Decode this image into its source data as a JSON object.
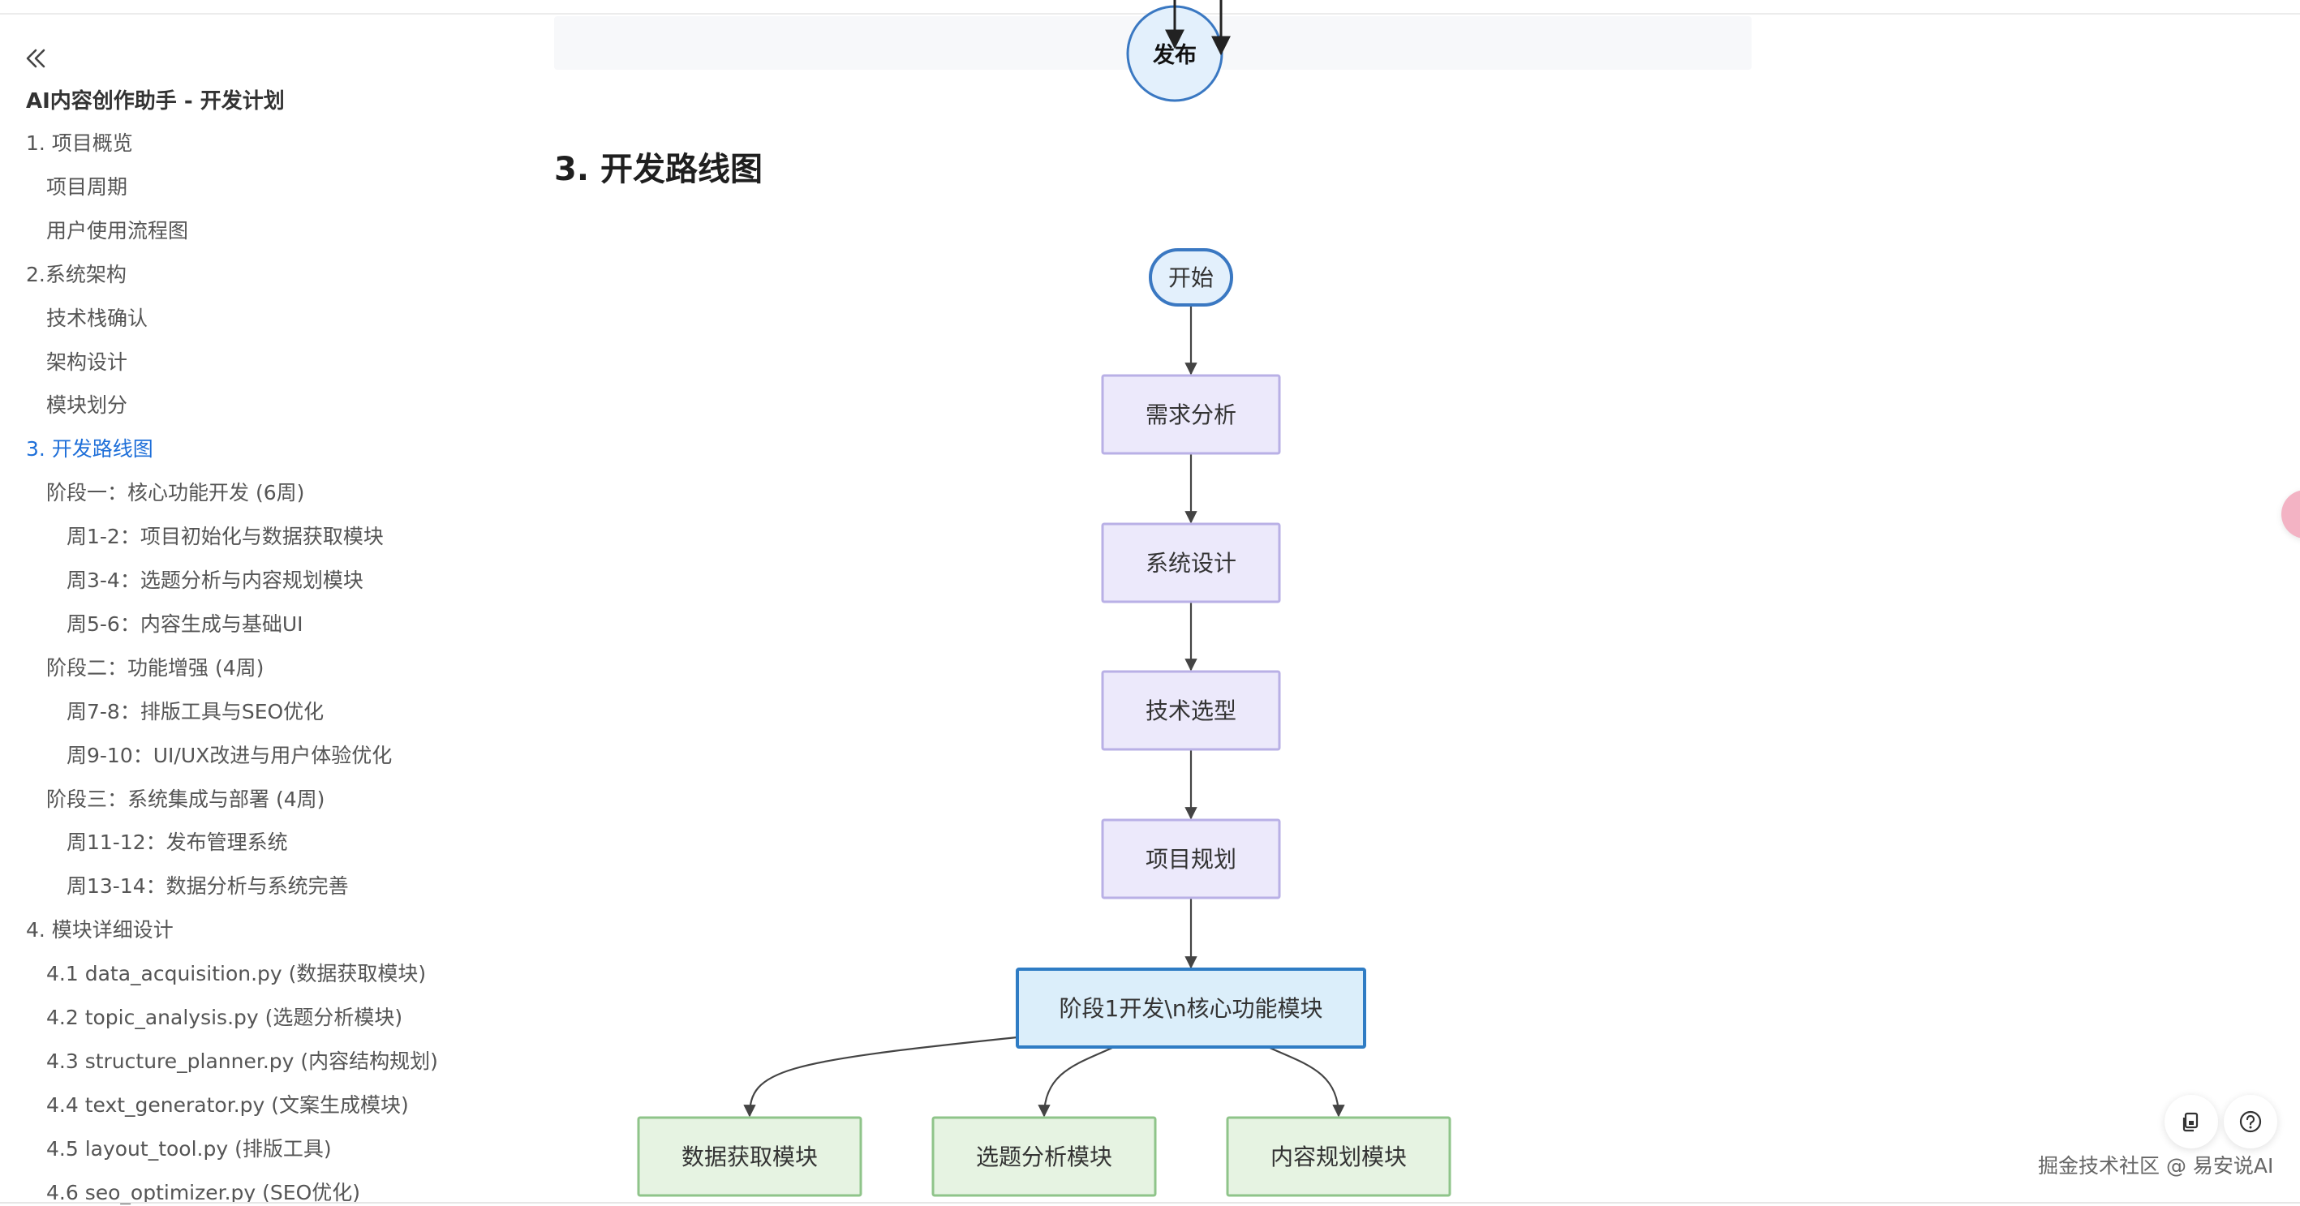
{
  "sidebar": {
    "collapse_icon": "chevrons-left-icon",
    "title": "AI内容创作助手 - 开发计划",
    "items": [
      {
        "label": "1. 项目概览",
        "level": 1,
        "active": false
      },
      {
        "label": "项目周期",
        "level": 2,
        "active": false
      },
      {
        "label": "用户使用流程图",
        "level": 2,
        "active": false
      },
      {
        "label": "2.系统架构",
        "level": 1,
        "active": false
      },
      {
        "label": "技术栈确认",
        "level": 2,
        "active": false
      },
      {
        "label": "架构设计",
        "level": 2,
        "active": false
      },
      {
        "label": "模块划分",
        "level": 2,
        "active": false
      },
      {
        "label": "3. 开发路线图",
        "level": 1,
        "active": true
      },
      {
        "label": "阶段一：核心功能开发 (6周)",
        "level": 2,
        "active": false
      },
      {
        "label": "周1-2：项目初始化与数据获取模块",
        "level": 3,
        "active": false
      },
      {
        "label": "周3-4：选题分析与内容规划模块",
        "level": 3,
        "active": false
      },
      {
        "label": "周5-6：内容生成与基础UI",
        "level": 3,
        "active": false
      },
      {
        "label": "阶段二：功能增强 (4周)",
        "level": 2,
        "active": false
      },
      {
        "label": "周7-8：排版工具与SEO优化",
        "level": 3,
        "active": false
      },
      {
        "label": "周9-10：UI/UX改进与用户体验优化",
        "level": 3,
        "active": false
      },
      {
        "label": "阶段三：系统集成与部署 (4周)",
        "level": 2,
        "active": false
      },
      {
        "label": "周11-12：发布管理系统",
        "level": 3,
        "active": false
      },
      {
        "label": "周13-14：数据分析与系统完善",
        "level": 3,
        "active": false
      },
      {
        "label": "4. 模块详细设计",
        "level": 1,
        "active": false
      },
      {
        "label": "4.1 data_acquisition.py (数据获取模块)",
        "level": 2,
        "active": false
      },
      {
        "label": "4.2 topic_analysis.py (选题分析模块)",
        "level": 2,
        "active": false
      },
      {
        "label": "4.3 structure_planner.py (内容结构规划)",
        "level": 2,
        "active": false
      },
      {
        "label": "4.4 text_generator.py (文案生成模块)",
        "level": 2,
        "active": false
      },
      {
        "label": "4.5 layout_tool.py (排版工具)",
        "level": 2,
        "active": false
      },
      {
        "label": "4.6 seo_optimizer.py (SEO优化)",
        "level": 2,
        "active": false
      }
    ]
  },
  "content": {
    "prev_diagram_node": "发布",
    "section_heading": "3. 开发路线图",
    "flowchart": {
      "nodes": [
        {
          "id": "start",
          "label": "开始",
          "shape": "stadium"
        },
        {
          "id": "req",
          "label": "需求分析",
          "shape": "rect"
        },
        {
          "id": "sys",
          "label": "系统设计",
          "shape": "rect"
        },
        {
          "id": "tech",
          "label": "技术选型",
          "shape": "rect"
        },
        {
          "id": "plan",
          "label": "项目规划",
          "shape": "rect"
        },
        {
          "id": "phase1",
          "label": "阶段1开发\\n核心功能模块",
          "shape": "rect-blue"
        },
        {
          "id": "data",
          "label": "数据获取模块",
          "shape": "rect-green"
        },
        {
          "id": "topic",
          "label": "选题分析模块",
          "shape": "rect-green"
        },
        {
          "id": "content",
          "label": "内容规划模块",
          "shape": "rect-green"
        }
      ],
      "edges": [
        [
          "start",
          "req"
        ],
        [
          "req",
          "sys"
        ],
        [
          "sys",
          "tech"
        ],
        [
          "tech",
          "plan"
        ],
        [
          "plan",
          "phase1"
        ],
        [
          "phase1",
          "data"
        ],
        [
          "phase1",
          "topic"
        ],
        [
          "phase1",
          "content"
        ]
      ],
      "colors": {
        "purple_fill": "#ece9fb",
        "purple_stroke": "#b9b0e6",
        "blue_fill": "#dbeefa",
        "blue_stroke": "#2f7cc4",
        "green_fill": "#e6f3e2",
        "green_stroke": "#8fc48a",
        "start_fill": "#e3f0fc",
        "start_stroke": "#3a78c2",
        "edge": "#444444"
      }
    }
  },
  "floating": {
    "copy_icon": "copy-icon",
    "help_icon": "help-circle-icon"
  },
  "watermark": "掘金技术社区 @ 易安说AI",
  "colors": {
    "active_link": "#1e6fd9",
    "text": "#555555"
  }
}
